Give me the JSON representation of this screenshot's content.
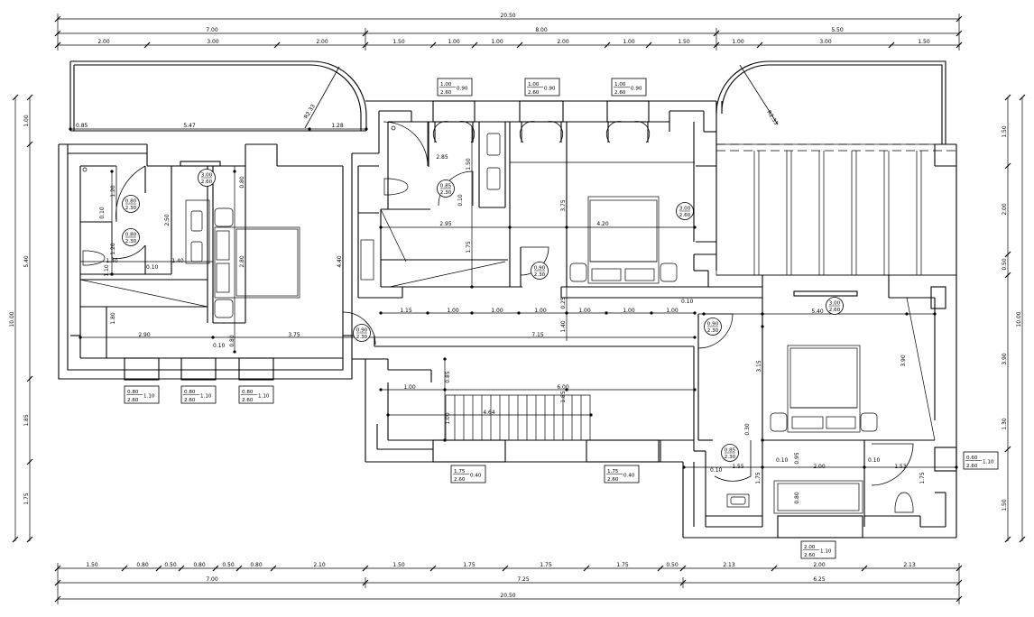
{
  "dimensions": {
    "top_total": "20.50",
    "top_mid": [
      "7.00",
      "8.00",
      "5.50"
    ],
    "top_detail": [
      "2.00",
      "3.00",
      "2.00",
      "1.50",
      "1.00",
      "1.00",
      "2.00",
      "1.00",
      "1.50",
      "1.00",
      "3.00",
      "1.50"
    ],
    "bottom_detail": [
      "1.50",
      "0.80",
      "0.50",
      "0.80",
      "0.50",
      "0.80",
      "2.10",
      "1.50",
      "1.75",
      "1.75",
      "1.75",
      "0.50",
      "2.13",
      "2.00",
      "2.13"
    ],
    "bottom_mid": [
      "7.00",
      "7.25",
      "6.25"
    ],
    "bottom_total": "20.50",
    "left_outer": "10.00",
    "left_inner": [
      "1.00",
      "5.40",
      "1.85",
      "1.75"
    ],
    "right_outer": "10.00",
    "right_inner": [
      "1.50",
      "2.00",
      "0.50",
      "3.90",
      "1.50"
    ]
  },
  "interior_dims": [
    "0.85",
    "5.47",
    "1.28",
    "R2.33",
    "R2.33",
    "2.85",
    "1.50",
    "0.10",
    "2.95",
    "3.75",
    "4.20",
    "1.75",
    "1.20",
    "0.10",
    "1.20",
    "1.10",
    "0.10",
    "2.50",
    "1.40",
    "1.40",
    "0.80",
    "2.80",
    "4.40",
    "1.80",
    "2.90",
    "3.75",
    "0.10",
    "0.80",
    "1.15",
    "1.00",
    "1.00",
    "1.00",
    "1.00",
    "1.00",
    "1.00",
    "0.10",
    "0.25",
    "1.40",
    "7.15",
    "5.40",
    "3.15",
    "3.90",
    "0.85",
    "1.00",
    "6.00",
    "1.00",
    "1.85",
    "4.64",
    "0.10",
    "1.55",
    "0.10",
    "2.00",
    "0.10",
    "1.53",
    "1.75",
    "0.95",
    "0.80",
    "1.75",
    "0.30",
    "1.30"
  ],
  "tags": [
    {
      "top": "1.00",
      "bottom": "2.60",
      "side": "0.90"
    },
    {
      "top": "1.00",
      "bottom": "2.60",
      "side": "0.90"
    },
    {
      "top": "1.00",
      "bottom": "2.60",
      "side": "0.90"
    },
    {
      "top": "0.80",
      "bottom": "2.60",
      "side": "1.10"
    },
    {
      "top": "0.80",
      "bottom": "2.60",
      "side": "1.10"
    },
    {
      "top": "0.80",
      "bottom": "2.60",
      "side": "1.10"
    },
    {
      "top": "1.75",
      "bottom": "2.60",
      "side": "0.40"
    },
    {
      "top": "1.75",
      "bottom": "2.60",
      "side": "0.40"
    },
    {
      "top": "2.00",
      "bottom": "2.60",
      "side": "1.10"
    },
    {
      "top": "0.60",
      "bottom": "2.60",
      "side": "1.10"
    }
  ],
  "door_marks": [
    {
      "top": "3.00",
      "bottom": "2.60"
    },
    {
      "top": "0.80",
      "bottom": "2.30"
    },
    {
      "top": "0.80",
      "bottom": "2.30"
    },
    {
      "top": "0.85",
      "bottom": "2.30"
    },
    {
      "top": "0.90",
      "bottom": "2.30"
    },
    {
      "top": "0.90",
      "bottom": "2.30"
    },
    {
      "top": "3.00",
      "bottom": "2.60"
    },
    {
      "top": "3.00",
      "bottom": "2.60"
    },
    {
      "top": "0.90",
      "bottom": "2.30"
    },
    {
      "top": "0.85",
      "bottom": "2.30"
    }
  ]
}
